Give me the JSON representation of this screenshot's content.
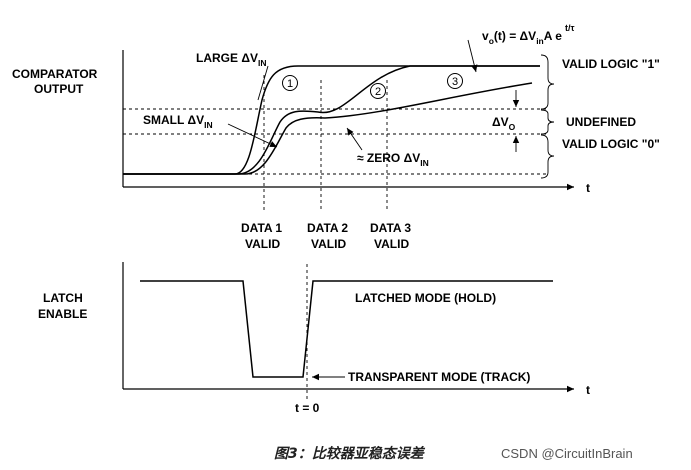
{
  "labels": {
    "comparator_output_line1": "COMPARATOR",
    "comparator_output_line2": "OUTPUT",
    "large_prefix": "LARGE ΔV",
    "large_sub": "IN",
    "small_prefix": "SMALL ΔV",
    "small_sub": "IN",
    "zero_prefix": "≈ ZERO ΔV",
    "zero_sub": "IN",
    "formula_v": "v",
    "formula_o": "o",
    "formula_mid": "(t) =  ΔV",
    "formula_in": "in",
    "formula_end": "A e",
    "formula_exp": "t/τ",
    "valid_logic_1": "VALID LOGIC \"1\"",
    "undefined": "UNDEFINED",
    "valid_logic_0": "VALID LOGIC \"0\"",
    "delta_vo_prefix": "ΔV",
    "delta_vo_sub": "O",
    "t_axis_top": "t",
    "t_axis_bottom": "t",
    "data1_l1": "DATA 1",
    "data1_l2": "VALID",
    "data2_l1": "DATA 2",
    "data2_l2": "VALID",
    "data3_l1": "DATA 3",
    "data3_l2": "VALID",
    "latch_enable_l1": "LATCH",
    "latch_enable_l2": "ENABLE",
    "latched_mode": "LATCHED MODE (HOLD)",
    "transparent_mode": "TRANSPARENT MODE (TRACK)",
    "t_zero": "t = 0",
    "circle1": "1",
    "circle2": "2",
    "circle3": "3"
  },
  "caption": "图3：比较器亚稳态误差",
  "watermark": "CSDN @CircuitInBrain"
}
